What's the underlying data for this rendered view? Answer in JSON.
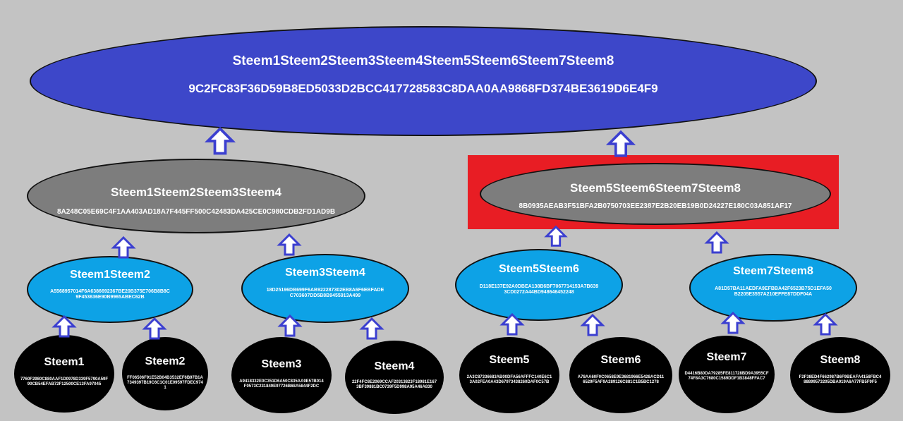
{
  "colors": {
    "background": "#c3c3c3",
    "root_fill": "#3d47c9",
    "level2_fill": "#7d7d7d",
    "level3_fill": "#0da2e6",
    "leaf_fill": "#000000",
    "highlight": "#e81d24",
    "arrow": "#3b3fd0"
  },
  "root": {
    "label": "Steem1Steem2Steem3Steem4Steem5Steem6Steem7Steem8",
    "hash": "9C2FC83F36D59B8ED5033D2BCC417728583C8DAA0AA9868FD374BE3619D6E4F9"
  },
  "level2": [
    {
      "label": "Steem1Steem2Steem3Steem4",
      "hash": "8A248C05E69C4F1AA403AD18A7F445FF500C42483DA425CE0C980CDB2FD1AD9B"
    },
    {
      "label": "Steem5Steem6Steem7Steem8",
      "hash": "8B0935AEAB3F51BFA2B0750703EE2387E2B20EB19B0D24227E180C03A851AF17"
    }
  ],
  "level3": [
    {
      "label": "Steem1Steem2",
      "hash": "A5568957014F6A6386692367BE20B375E706B8B8C9F453636E90B9965ABEC62B"
    },
    {
      "label": "Steem3Steem4",
      "hash": "18D25196DB699F6AB922287302EB8A6F6EBFADEC703607DD5B8B9455913A499"
    },
    {
      "label": "Steem5Steem6",
      "hash": "D118E137E92A0DBEA138B6BF7067714153A7B6393CD0272A44BD948646452248"
    },
    {
      "label": "Steem7Steem8",
      "hash": "A81D57BA11AEDFA9EFBBA42F6523B75D1EFA50B2205E3557A210EFFE87DDF04A"
    }
  ],
  "leaves": [
    {
      "label": "Steem1",
      "hash": "7760F2980C880AAF1D0978D339F5790A59F90CB54EFAB72F12500CE13FA97045"
    },
    {
      "label": "Steem2",
      "hash": "FF06506F91E52B04B3532EF6B97B1A7349397B19C6C1C01E09597FDEC9741"
    },
    {
      "label": "Steem3",
      "hash": "A9418332E0C351D6A50C835AA9E57B014F0573C231849E97726B68A5844F2DC"
    },
    {
      "label": "Steem4",
      "hash": "22F4FC8E2069CCAF20313823F18981E1673BF39881BC0739F5D998A95A46A830"
    },
    {
      "label": "Steem5",
      "hash": "2A3C87336683AB00DFA56AFFFC140E6C13A02FEA0A43D67973438260DAF0C57B"
    },
    {
      "label": "Steem6",
      "hash": "A78AA60F0C0658E9E3681966E5428ACD116529F5AF9A289126C881C1B5BC1278"
    },
    {
      "label": "Steem7",
      "hash": "D4416B80DA79285FE811728BD9A3955CF74F8A3C7680C1589DDF1B3848FFAC7"
    },
    {
      "label": "Steem8",
      "hash": "F2F38ED4F662987B6F9BEAFA4158FBC488899573205DBA019A6A77FB5F9F5"
    }
  ]
}
